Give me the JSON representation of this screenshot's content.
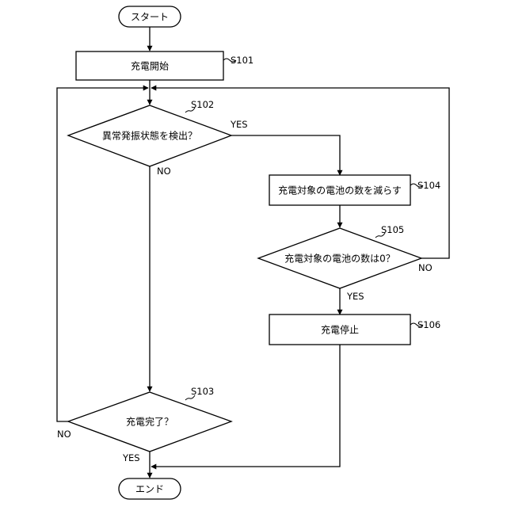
{
  "nodes": {
    "start": "スタート",
    "s101": "充電開始",
    "s102": "異常発振状態を検出？",
    "s103": "充電完了？",
    "s104": "充電対象の電池の数を減らす",
    "s105": "充電対象の電池の数は0？",
    "s106": "充電停止",
    "end": "エンド"
  },
  "step_labels": {
    "s101": "S101",
    "s102": "S102",
    "s103": "S103",
    "s104": "S104",
    "s105": "S105",
    "s106": "S106"
  },
  "branch_labels": {
    "s102_yes": "YES",
    "s102_no": "NO",
    "s103_no": "NO",
    "s103_yes": "YES",
    "s105_yes": "YES",
    "s105_no": "NO"
  }
}
